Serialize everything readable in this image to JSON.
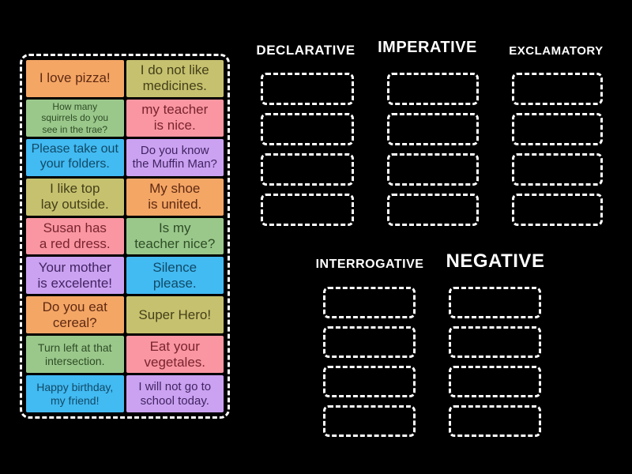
{
  "background_color": "#000000",
  "palette": {
    "orange": {
      "bg": "#f4a665",
      "text": "#5f2a12"
    },
    "olive": {
      "bg": "#c6c16e",
      "text": "#45401a"
    },
    "green": {
      "bg": "#9ac88b",
      "text": "#2f4d26"
    },
    "pink": {
      "bg": "#fa96a1",
      "text": "#79242f"
    },
    "blue": {
      "bg": "#42baf2",
      "text": "#114a66"
    },
    "purple": {
      "bg": "#cba2f2",
      "text": "#412461"
    },
    "tray_border": "#ffffff",
    "slot_border": "#ffffff",
    "header_text": "#ffffff"
  },
  "cards": [
    {
      "text": "I love pizza!",
      "color": "orange"
    },
    {
      "text": "I do not like\nmedicines.",
      "color": "olive"
    },
    {
      "text": "How many\nsquirrels do you\nsee in the trae?",
      "color": "green"
    },
    {
      "text": "my teacher\nis nice.",
      "color": "pink"
    },
    {
      "text": "Please take out\nyour folders.",
      "color": "blue"
    },
    {
      "text": "Do you know\nthe Muffin Man?",
      "color": "purple"
    },
    {
      "text": "I like top\nlay outside.",
      "color": "olive"
    },
    {
      "text": "My shoe\nis united.",
      "color": "orange"
    },
    {
      "text": "Susan has\na red dress.",
      "color": "pink"
    },
    {
      "text": "Is my\nteacher nice?",
      "color": "green"
    },
    {
      "text": "Your mother\nis excelente!",
      "color": "purple"
    },
    {
      "text": "Silence\nplease.",
      "color": "blue"
    },
    {
      "text": "Do you eat\ncereal?",
      "color": "orange"
    },
    {
      "text": "Super Hero!",
      "color": "olive"
    },
    {
      "text": "Turn left at that\nintersection.",
      "color": "green"
    },
    {
      "text": "Eat your\nvegetales.",
      "color": "pink"
    },
    {
      "text": "Happy birthday,\nmy friend!",
      "color": "blue"
    },
    {
      "text": "I will not go to\nschool today.",
      "color": "purple"
    }
  ],
  "groups": {
    "declarative": {
      "label": "DECLARATIVE",
      "slot_count": 4
    },
    "imperative": {
      "label": "IMPERATIVE",
      "slot_count": 4
    },
    "exclamatory": {
      "label": "EXCLAMATORY",
      "slot_count": 4
    },
    "interrogative": {
      "label": "INTERROGATIVE",
      "slot_count": 4
    },
    "negative": {
      "label": "NEGATIVE",
      "slot_count": 4
    }
  }
}
